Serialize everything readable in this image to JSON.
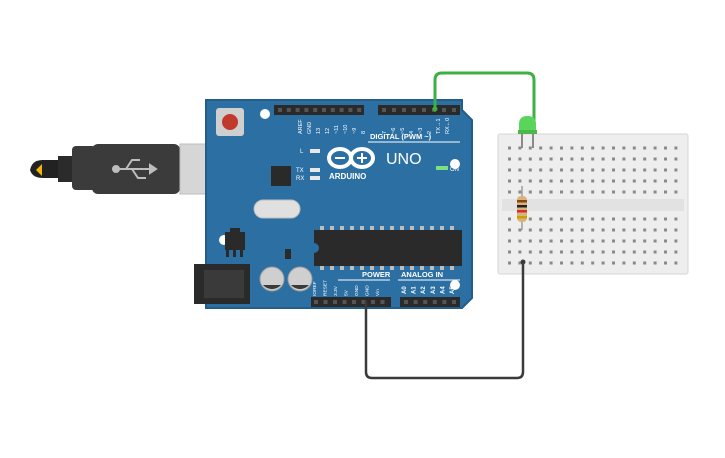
{
  "board": {
    "brand": "ARDUINO",
    "model": "UNO",
    "digital_header": "DIGITAL (PWM ~)",
    "on_led_label": "ON",
    "power_label": "POWER",
    "analog_label": "ANALOG IN",
    "led_l_label": "L",
    "tx_label": "TX",
    "rx_label": "RX",
    "digital_pins": [
      "AREF",
      "GND",
      "13",
      "12",
      "~11",
      "~10",
      "~9",
      "8",
      "7",
      "~6",
      "~5",
      "4",
      "~3",
      "2",
      "TX→1",
      "RX←0"
    ],
    "power_pins": [
      "IOREF",
      "RESET",
      "3.3V",
      "5V",
      "GND",
      "GND",
      "Vin"
    ],
    "analog_pins": [
      "A0",
      "A1",
      "A2",
      "A3",
      "A4",
      "A5"
    ]
  },
  "colors": {
    "board": "#2b6fa3",
    "board_edge": "#235d8a",
    "header": "#2a2a2a",
    "usb": "#3b3b3b",
    "breadboard": "#eeeeee",
    "wire_signal": "#3cb043",
    "wire_ground": "#3a3a3a",
    "led": "#5bd45b",
    "resistor": "#d9b37c"
  },
  "components": {
    "usb_cable": "usb-cable",
    "led": "green-led",
    "resistor": "resistor",
    "breadboard": "mini-breadboard"
  }
}
